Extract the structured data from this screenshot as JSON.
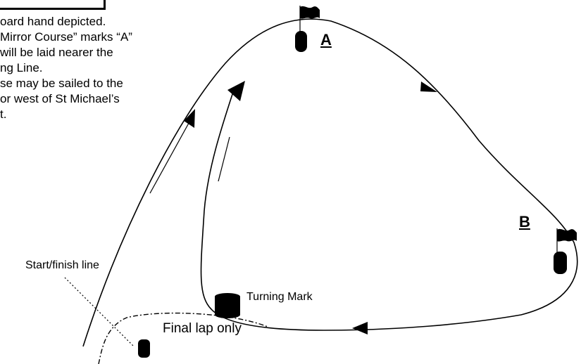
{
  "notes": [
    "oard hand depicted.",
    "Mirror Course” marks “A”",
    " will be laid nearer the",
    "ng Line.",
    "se may be sailed to the",
    "or west of St Michael’s",
    "t."
  ],
  "marks": {
    "a_label": "A",
    "b_label": "B",
    "turning_label": "Turning Mark",
    "start_finish_label": "Start/finish line",
    "final_lap_label": "Final lap only"
  },
  "colors": {
    "ink": "#000000",
    "background": "#ffffff"
  }
}
